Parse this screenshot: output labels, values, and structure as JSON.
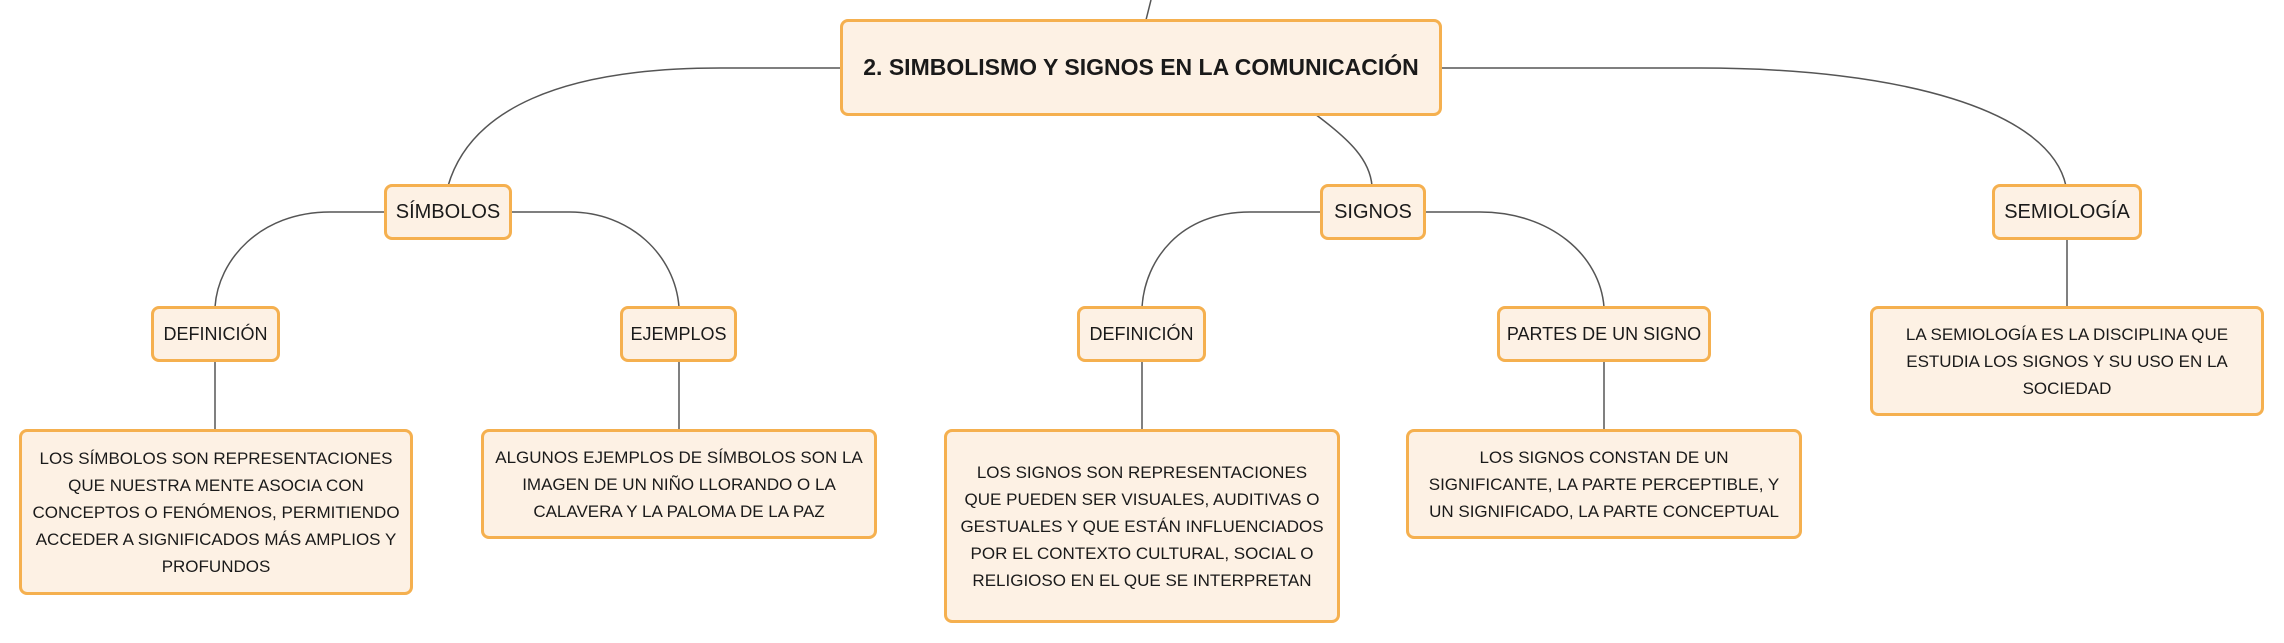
{
  "colors": {
    "node_fill": "#fdf1e4",
    "node_border": "#f5b04f",
    "connector": "#555555"
  },
  "root": {
    "label": "2. SIMBOLISMO Y SIGNOS EN LA COMUNICACIÓN"
  },
  "simbolos": {
    "label": "SÍMBOLOS",
    "definicion": {
      "label": "DEFINICIÓN",
      "text": "LOS SÍMBOLOS SON REPRESENTACIONES QUE NUESTRA MENTE ASOCIA CON CONCEPTOS O FENÓMENOS, PERMITIENDO ACCEDER A SIGNIFICADOS MÁS AMPLIOS Y PROFUNDOS"
    },
    "ejemplos": {
      "label": "EJEMPLOS",
      "text": "ALGUNOS EJEMPLOS DE SÍMBOLOS SON LA IMAGEN DE UN NIÑO LLORANDO O LA CALAVERA Y LA PALOMA DE LA PAZ"
    }
  },
  "signos": {
    "label": "SIGNOS",
    "definicion": {
      "label": "DEFINICIÓN",
      "text": "LOS SIGNOS SON REPRESENTACIONES QUE PUEDEN SER VISUALES, AUDITIVAS O GESTUALES Y QUE ESTÁN INFLUENCIADOS POR EL CONTEXTO CULTURAL, SOCIAL O RELIGIOSO EN EL QUE SE INTERPRETAN"
    },
    "partes": {
      "label": "PARTES DE UN SIGNO",
      "text": "LOS SIGNOS CONSTAN DE UN SIGNIFICANTE, LA PARTE PERCEPTIBLE, Y UN SIGNIFICADO, LA PARTE CONCEPTUAL"
    }
  },
  "semiologia": {
    "label": "SEMIOLOGÍA",
    "text": "LA SEMIOLOGÍA ES LA DISCIPLINA QUE ESTUDIA LOS SIGNOS Y SU USO EN LA SOCIEDAD"
  }
}
